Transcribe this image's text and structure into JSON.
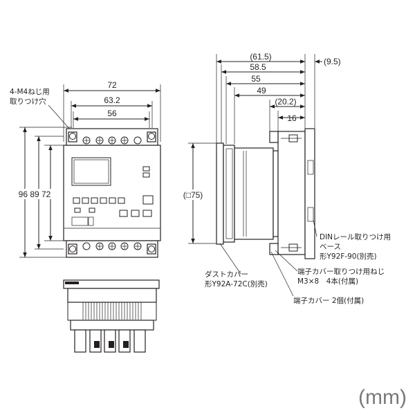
{
  "unit_label": "(mm)",
  "front_view": {
    "width_72": "72",
    "pitch_63_2": "63.2",
    "pitch_56": "56",
    "heights": "96 89 72",
    "hole_note_line1": "4-M4ねじ用",
    "hole_note_line2": "取りつけ穴"
  },
  "side_view": {
    "depth_61_5": "(61.5)",
    "depth_9_5": "(9.5)",
    "depth_58_5": "58.5",
    "depth_55": "55",
    "depth_49": "49",
    "depth_20_2": "(20.2)",
    "depth_16": "16",
    "square_75": "(□75)",
    "din_line1": "DINレール取りつけ用",
    "din_line2": "ベース",
    "din_line3": "形Y92F-90(別売)",
    "dust_line1": "ダストカバー",
    "dust_line2": "形Y92A-72C(別売)",
    "screw_line1": "端子カバー取りつけ用ねじ",
    "screw_line2": "M3×8　4本(付属)",
    "terminal_cover": "端子カバー 2個(付属)"
  }
}
